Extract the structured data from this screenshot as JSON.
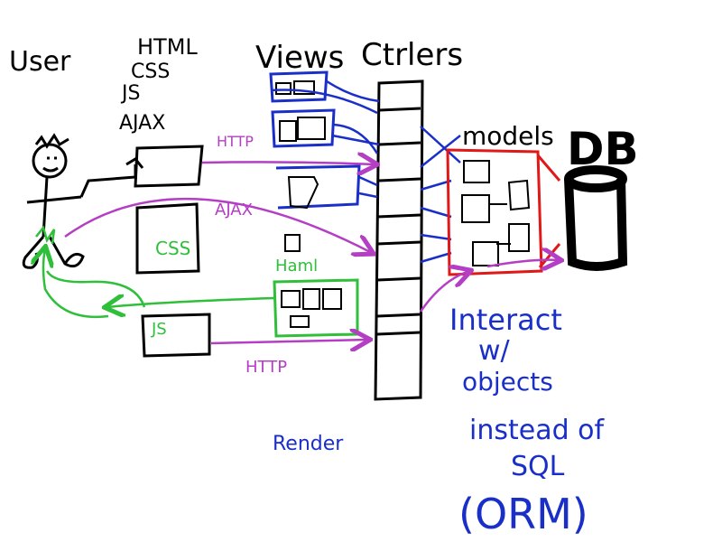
{
  "labels": {
    "user": "User",
    "html": "HTML",
    "css": "CSS",
    "js": "JS",
    "ajax": "AJAX",
    "views": "Views",
    "ctrlers": "Ctrlers",
    "models": "models",
    "db": "DB",
    "http_top": "HTTP",
    "ajax_arrow": "AJAX",
    "css_box": "CSS",
    "haml": "Haml",
    "js_box": "JS",
    "http_bottom": "HTTP",
    "render": "Render",
    "orm_note_line1": "Interact",
    "orm_note_line2": "w/",
    "orm_note_line3": "objects",
    "orm_note_line4": "instead of",
    "orm_note_line5": "SQL",
    "orm_note_line6": "(ORM)"
  },
  "colors": {
    "ink": "#000000",
    "blue": "#1a2fc8",
    "purple": "#b43ec4",
    "green": "#2fbf3a",
    "red": "#e01818"
  }
}
